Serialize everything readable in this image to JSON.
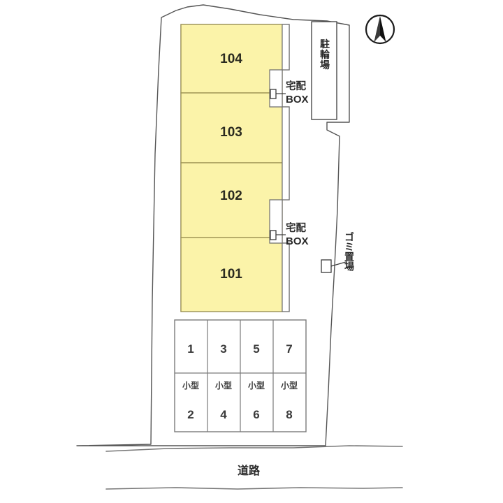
{
  "plan": {
    "type": "site-layout-plan",
    "colors": {
      "unit_fill": "#fbf3a9",
      "unit_stroke": "#9a9050",
      "boundary_stroke": "#555555",
      "grid_stroke": "#7a7a7a",
      "road_stroke": "#767676",
      "text": "#2a2a2a",
      "background": "#ffffff"
    },
    "compass": {
      "name": "north-arrow",
      "direction": "north-up"
    },
    "building": {
      "units": [
        {
          "label": "104"
        },
        {
          "label": "103"
        },
        {
          "label": "102"
        },
        {
          "label": "101"
        }
      ]
    },
    "facilities": [
      {
        "id": "delivery-box-upper",
        "label_line1": "宅配",
        "label_line2": "BOX"
      },
      {
        "id": "delivery-box-lower",
        "label_line1": "宅配",
        "label_line2": "BOX"
      },
      {
        "id": "bicycle-parking",
        "label": "駐輪場"
      },
      {
        "id": "garbage-area",
        "label": "ゴミ置場"
      }
    ],
    "parking": {
      "rows": [
        {
          "row_id": "upper-row",
          "stalls": [
            {
              "number": "1",
              "type": ""
            },
            {
              "number": "3",
              "type": ""
            },
            {
              "number": "5",
              "type": ""
            },
            {
              "number": "7",
              "type": ""
            }
          ]
        },
        {
          "row_id": "lower-row",
          "stalls": [
            {
              "number": "2",
              "type": "小型"
            },
            {
              "number": "4",
              "type": "小型"
            },
            {
              "number": "6",
              "type": "小型"
            },
            {
              "number": "8",
              "type": "小型"
            }
          ]
        }
      ]
    },
    "road": {
      "label": "道路"
    }
  }
}
